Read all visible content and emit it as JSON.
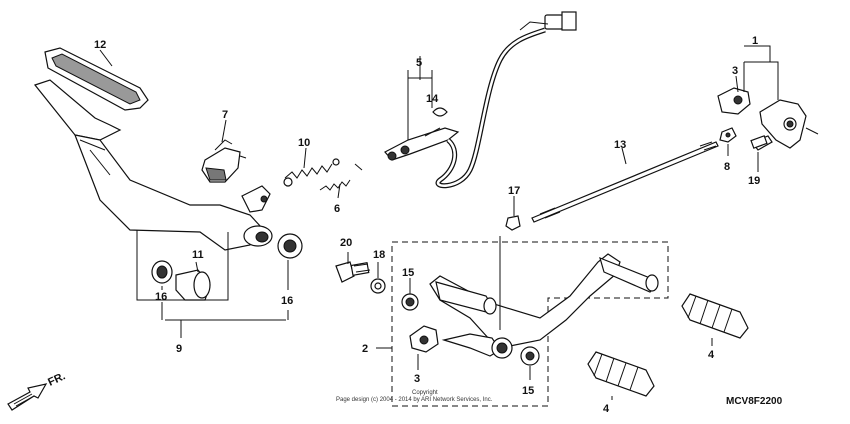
{
  "labels": {
    "p1": "1",
    "p2": "2",
    "p3a": "3",
    "p3b": "3",
    "p4a": "4",
    "p4b": "4",
    "p5": "5",
    "p6": "6",
    "p7": "7",
    "p8": "8",
    "p9": "9",
    "p10": "10",
    "p11": "11",
    "p12": "12",
    "p13": "13",
    "p14": "14",
    "p15a": "15",
    "p15b": "15",
    "p16a": "16",
    "p16b": "16",
    "p17": "17",
    "p18": "18",
    "p19": "19",
    "p20": "20"
  },
  "direction_label": "FR.",
  "diagram_code": "MCV8F2200",
  "copyright_line1": "Copyright",
  "copyright_line2": "Page design (c) 2004 - 2014 by ARI Network Services, Inc."
}
